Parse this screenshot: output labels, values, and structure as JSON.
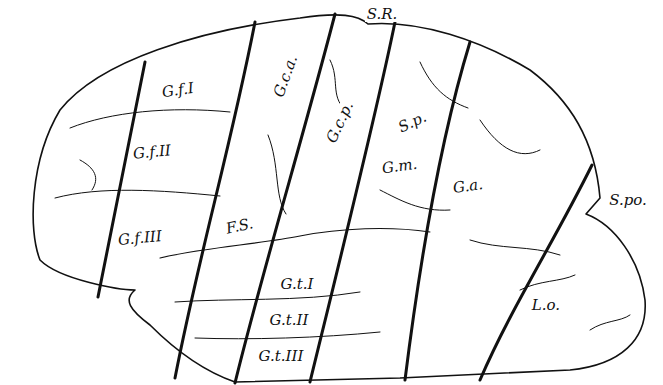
{
  "diagram": {
    "labels": [
      "S.R.",
      "G.f.I",
      "G.f.II",
      "G.f.III",
      "G.c.a.",
      "G.c.p.",
      "S.p.",
      "G.m.",
      "G.a.",
      "S.po.",
      "F.S.",
      "G.t.I",
      "G.t.II",
      "G.t.III",
      "L.o."
    ]
  }
}
